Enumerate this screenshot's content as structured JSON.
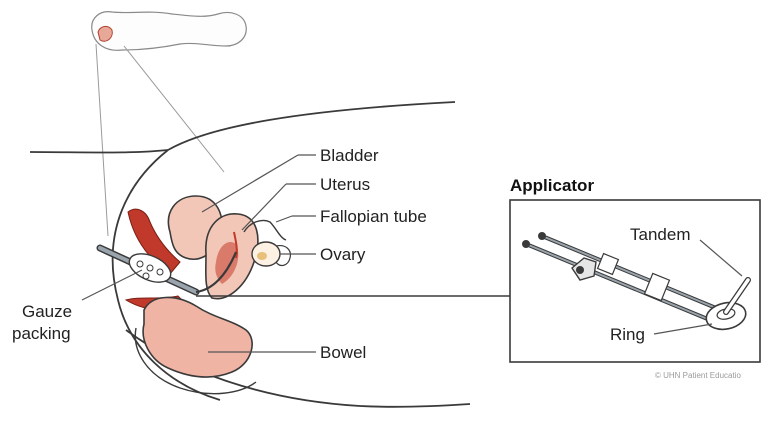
{
  "figure": {
    "labels": {
      "bladder": "Bladder",
      "uterus": "Uterus",
      "fallopian_tube": "Fallopian tube",
      "ovary": "Ovary",
      "gauze_line1": "Gauze",
      "gauze_line2": "packing",
      "bowel": "Bowel"
    },
    "inset": {
      "title": "Applicator",
      "tandem": "Tandem",
      "ring": "Ring"
    },
    "credit": "© UHN Patient Educatio"
  },
  "colors": {
    "outline": "#3a3a3a",
    "organ_fill": "#f3c7b8",
    "organ_dark": "#d97a6a",
    "tissue_red": "#c0392b",
    "leader": "#555555"
  }
}
